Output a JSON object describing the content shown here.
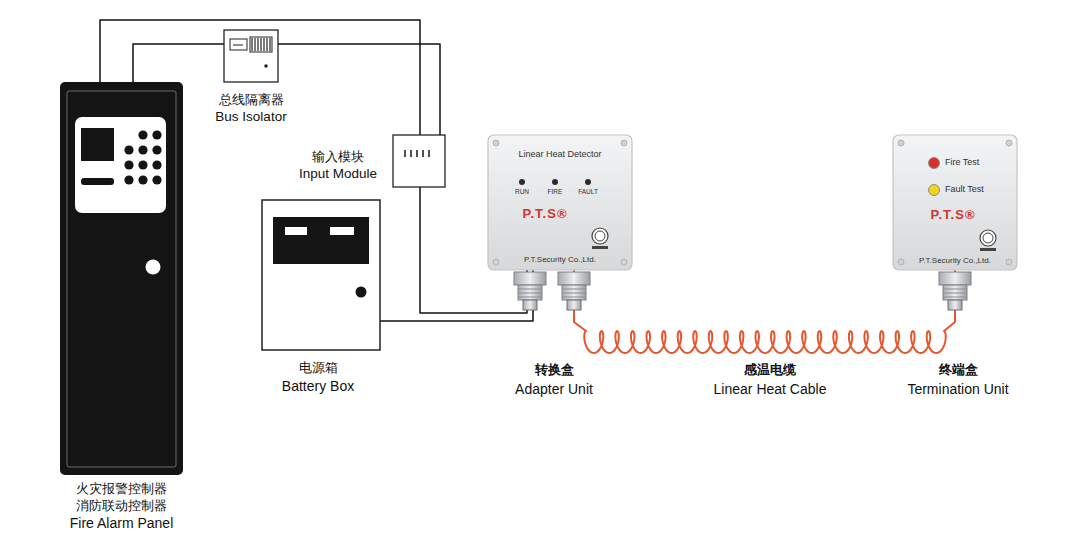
{
  "diagram": {
    "nodes": [
      {
        "text": [
          "火灾报警控制器 消防联动控制器",
          "Fire Alarm Panel"
        ]
      },
      {
        "text": [
          "总线隔离器",
          "Bus Isolator"
        ]
      },
      {
        "text": [
          "输入模块",
          "Input Module"
        ]
      },
      {
        "text": [
          "电源箱",
          "Battery Box"
        ]
      },
      {
        "text": [
          "Linear Heat Detector",
          "RUN",
          "FIRE",
          "FAULT",
          "P.T.S®",
          "P.T.Security Co.,Ltd.",
          "转换盒",
          "Adapter Unit"
        ]
      },
      {
        "text": [
          "Fire Test",
          "Fault Test",
          "P.T.S®",
          "P.T.Security Co.,Ltd.",
          "终端盒",
          "Termination Unit"
        ]
      }
    ],
    "edges": [
      {
        "from": 0,
        "to": 1,
        "arrow": "none"
      },
      {
        "from": 1,
        "to": 2,
        "arrow": "none"
      },
      {
        "from": 0,
        "to": 2,
        "arrow": "none"
      },
      {
        "from": 2,
        "to": 4,
        "arrow": "none"
      },
      {
        "from": 3,
        "to": 4,
        "arrow": "none"
      },
      {
        "from": 4,
        "to": 5,
        "arrow": "none"
      }
    ],
    "labels": [
      "感温电缆",
      "Linear Heat Cable"
    ]
  }
}
